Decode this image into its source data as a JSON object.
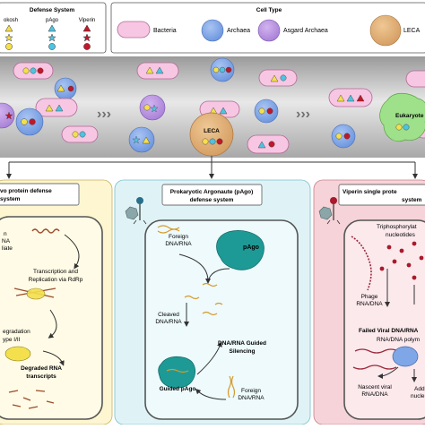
{
  "legend": {
    "defense_title": "Defense System",
    "defense_columns": [
      "okosh",
      "pAgo",
      "Viperin"
    ],
    "cell_title": "Cell Type",
    "cell_types": [
      "Bacteria",
      "Archaea",
      "Asgard Archaea",
      "LECA"
    ]
  },
  "timeline": {
    "leca_label": "LECA",
    "eukaryote_label": "Eukaryote"
  },
  "panels": {
    "left": {
      "title_lines": [
        "vo protein defense",
        "system"
      ],
      "labels": [
        "n",
        "NA",
        "liate",
        "Transcription and",
        "Replication via RdRp",
        "egradation",
        "ype I/II",
        "Degraded RNA",
        "transcripts"
      ]
    },
    "middle": {
      "title_lines": [
        "Prokaryotic Argonaute (pAgo)",
        "defense system"
      ],
      "labels": [
        "Foreign",
        "DNA/RNA",
        "pAgo",
        "Cleaved",
        "DNA/RNA",
        "DNA/RNA Guided",
        "Silencing",
        "Guided pAgo",
        "Foreign",
        "DNA/RNA"
      ]
    },
    "right": {
      "title_lines": [
        "Viperin single prote",
        "system"
      ],
      "labels": [
        "Triphosphorylat",
        "nucleotides",
        "Phage",
        "RNA/DNA",
        "Failed Viral DNA/RNA",
        "RNA/DNA polym",
        "Nascent viral",
        "RNA/DNA",
        "Add",
        "nucle"
      ]
    }
  },
  "colors": {
    "yellow": "#f4e04d",
    "cyan": "#4fc3e0",
    "red": "#c0182a",
    "bacteria": "#f7c6e3",
    "archaea": "#7fa7e8",
    "asgard": "#b98ee0",
    "leca": "#e0b07a",
    "eukaryote": "#9fe08a",
    "panel_left": "#fdf6d0",
    "panel_mid": "#dff3f6",
    "panel_right": "#f6d3d8"
  }
}
